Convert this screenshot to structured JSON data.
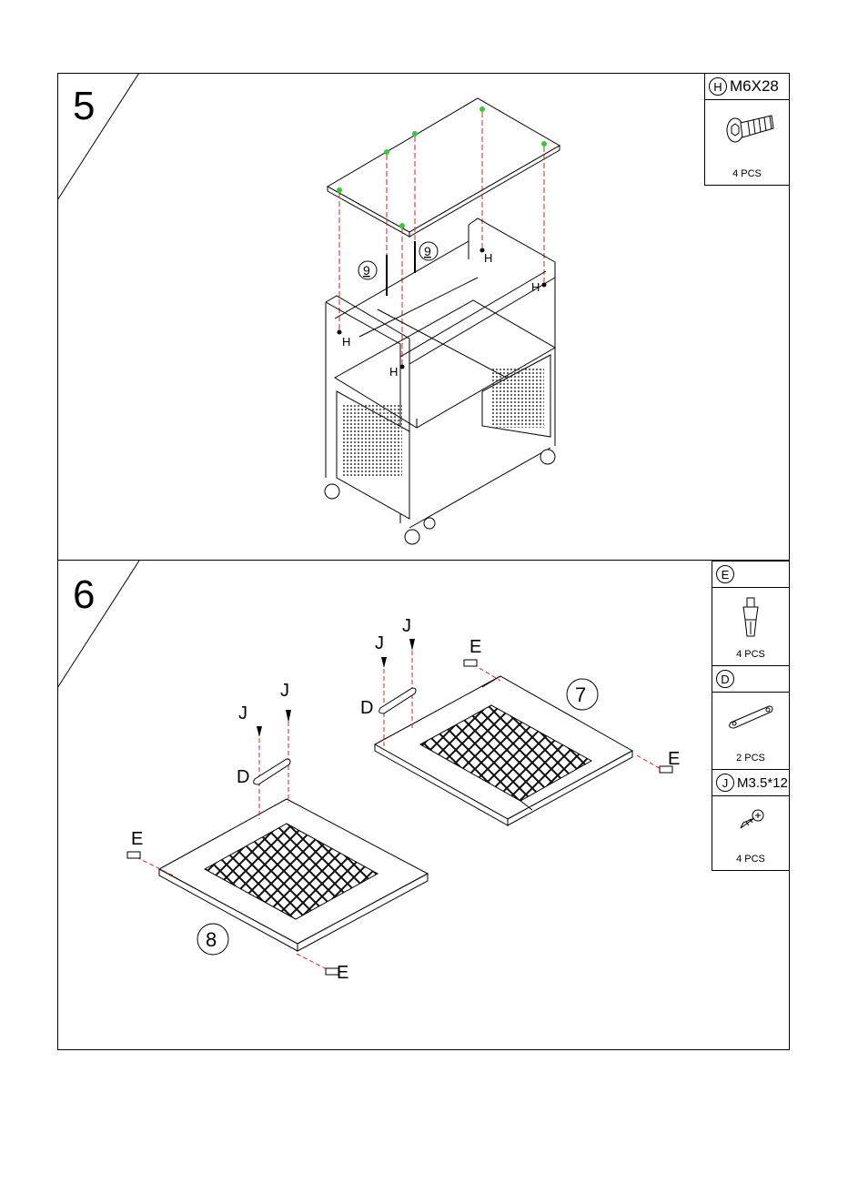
{
  "steps": [
    {
      "number": "5"
    },
    {
      "number": "6"
    }
  ],
  "step5": {
    "part_box": {
      "code": "H",
      "spec": "M6X28",
      "qty": "4 PCS"
    },
    "labels": {
      "part9_a": "9",
      "part9_b": "9",
      "h1": "H",
      "h2": "H",
      "h3": "H",
      "h4": "H"
    }
  },
  "step6": {
    "part_boxes": [
      {
        "code": "E",
        "spec": "",
        "qty": "4 PCS"
      },
      {
        "code": "D",
        "spec": "",
        "qty": "2 PCS"
      },
      {
        "code": "J",
        "spec": "M3.5*12",
        "qty": "4 PCS"
      }
    ],
    "labels": {
      "panel7": "7",
      "panel8": "8",
      "j1": "J",
      "j2": "J",
      "j3": "J",
      "j4": "J",
      "d1": "D",
      "d2": "D",
      "e1": "E",
      "e2": "E",
      "e3": "E",
      "e4": "E"
    }
  },
  "colors": {
    "guide_line": "#d22",
    "marker": "#3c3",
    "line": "#000",
    "mesh": "#222"
  }
}
